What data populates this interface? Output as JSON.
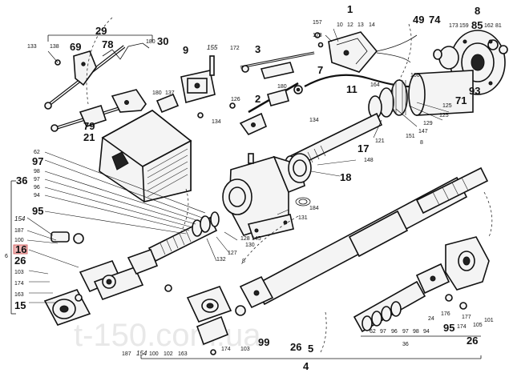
{
  "watermark": "t-150.com.ua",
  "labels": {
    "n29": "29",
    "n1": "1",
    "n8": "8",
    "n49": "49",
    "n74": "74",
    "n9": "9",
    "n155": "155",
    "n172": "172",
    "n3": "3",
    "n180a": "180",
    "n30": "30",
    "n133": "133",
    "n138": "138",
    "n69": "69",
    "n78": "78",
    "n137": "137",
    "n180b": "180",
    "n79": "79",
    "n21": "21",
    "n126": "126",
    "n134a": "134",
    "n157": "157",
    "n173": "173",
    "n10": "10",
    "n12": "12",
    "n13": "13",
    "n14": "14",
    "n7": "7",
    "n11": "11",
    "n2": "2",
    "n180c": "180",
    "n134b": "134",
    "n164": "164",
    "n100a": "100",
    "n173b": "173",
    "n159": "159",
    "n85": "85",
    "n162": "162",
    "n81": "81",
    "n71": "71",
    "n93": "93",
    "n125a": "125",
    "n125b": "125",
    "n129": "129",
    "n147": "147",
    "n8b": "8",
    "n151": "151",
    "n121": "121",
    "n17": "17",
    "n148": "148",
    "n18": "18",
    "n62a": "62",
    "n97a": "97",
    "n36": "36",
    "n98a": "98",
    "n97b": "97",
    "n96": "96",
    "n94": "94",
    "n95a": "95",
    "n154a": "154",
    "n187a": "187",
    "n100b": "100",
    "n16": "16",
    "n6": "6",
    "n26a": "26",
    "n103a": "103",
    "n174a": "174",
    "n163a": "163",
    "n15": "15",
    "n184": "184",
    "n131": "131",
    "n145": "145",
    "n128": "128",
    "n130": "130",
    "n127": "127",
    "n132": "132",
    "n8c": "8",
    "n5": "5",
    "n4": "4",
    "n187b": "187",
    "n154b": "154",
    "n100c": "100",
    "n102": "102",
    "n163b": "163",
    "n174b": "174",
    "n103b": "103",
    "n99": "99",
    "n26b": "26",
    "b62": "62",
    "b97": "97",
    "b96": "96",
    "b97b": "97",
    "b98": "98",
    "b94": "94",
    "b95": "95",
    "n36b": "36",
    "n177": "177",
    "n105": "105",
    "n101": "101",
    "n26c": "26",
    "n174c": "174",
    "n176": "176",
    "n24": "24"
  }
}
